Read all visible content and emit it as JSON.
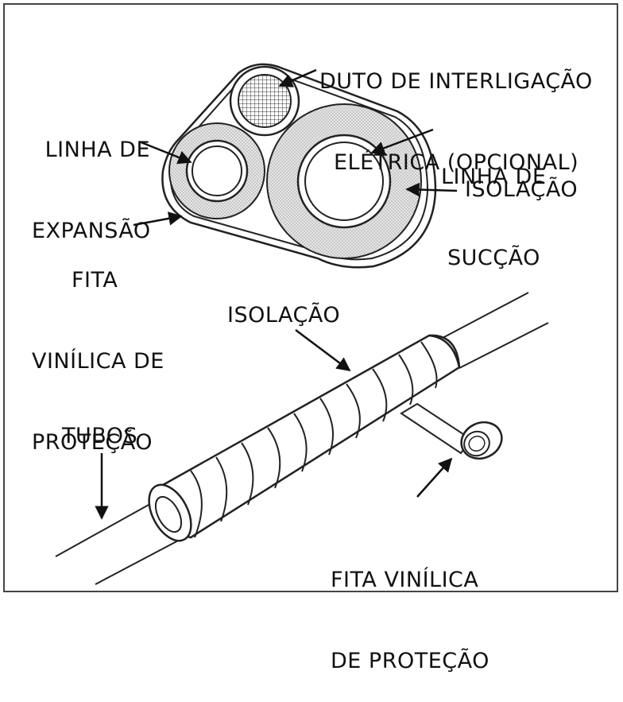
{
  "labels": {
    "duto": [
      "DUTO DE INTERLIGAÇÃO",
      "ELÉTRICA (OPCIONAL)"
    ],
    "linha_expansao": [
      "LINHA DE",
      "EXPANSÃO"
    ],
    "linha_succao": [
      "LINHA DE",
      "SUCÇÃO"
    ],
    "isolacao_top": "ISOLAÇÃO",
    "fita_top": [
      "FITA",
      "VINÍLICA DE",
      "PROTEÇÃO"
    ],
    "isolacao_bottom": "ISOLAÇÃO",
    "tubos": "TUBOS",
    "fita_bottom": [
      "FITA VINÍLICA",
      "DE PROTEÇÃO"
    ]
  },
  "colors": {
    "line": "#222222",
    "insulation": "#d9d9d9",
    "border": "#444444"
  }
}
